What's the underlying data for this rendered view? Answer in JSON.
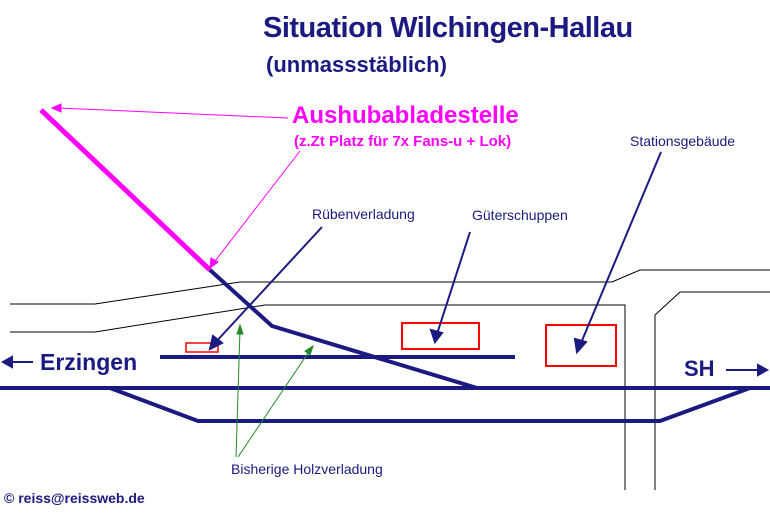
{
  "title": "Situation Wilchingen-Hallau",
  "subtitle": "(unmassstäblich)",
  "labels": {
    "dump_site": "Aushubabladestelle",
    "dump_site_note": "(z.Zt Platz für 7x Fans-u + Lok)",
    "station_building": "Stationsgebäude",
    "goods_shed": "Güterschuppen",
    "beet_loading": "Rübenverladung",
    "timber_loading": "Bisherige Holzverladung",
    "west_direction": "Erzingen",
    "east_direction": "SH",
    "copyright": "© reiss@reissweb.de"
  },
  "colors": {
    "track": "#1a1a80",
    "dump_track": "#ff00ff",
    "building_outline": "#ff0000",
    "road_outline": "#000000",
    "timber_pointer": "#228b22"
  }
}
